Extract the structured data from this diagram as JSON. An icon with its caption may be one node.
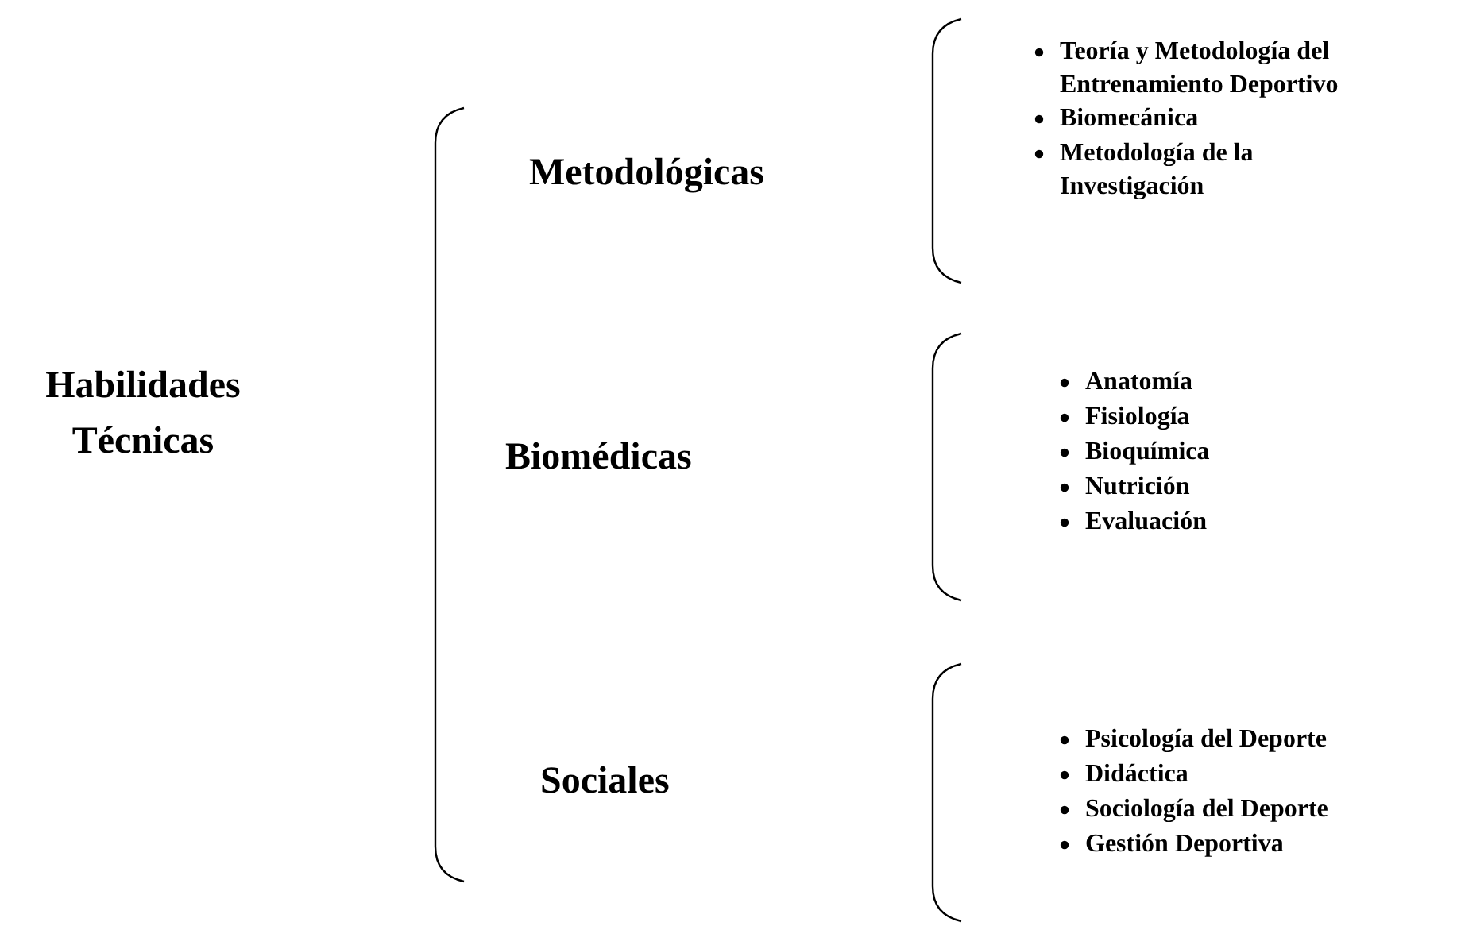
{
  "diagram": {
    "labels": [
      "Habilidades Técnicas",
      "Metodológicas",
      "Teoría y Metodología del Entrenamiento Deportivo",
      "Biomecánica",
      "Metodología de la Investigación",
      "Biomédicas",
      "Anatomía",
      "Fisiología",
      "Bioquímica",
      "Nutrición",
      "Evaluación",
      "Sociales",
      "Psicología del Deporte",
      "Didáctica",
      "Sociología del Deporte",
      "Gestión Deportiva"
    ]
  }
}
